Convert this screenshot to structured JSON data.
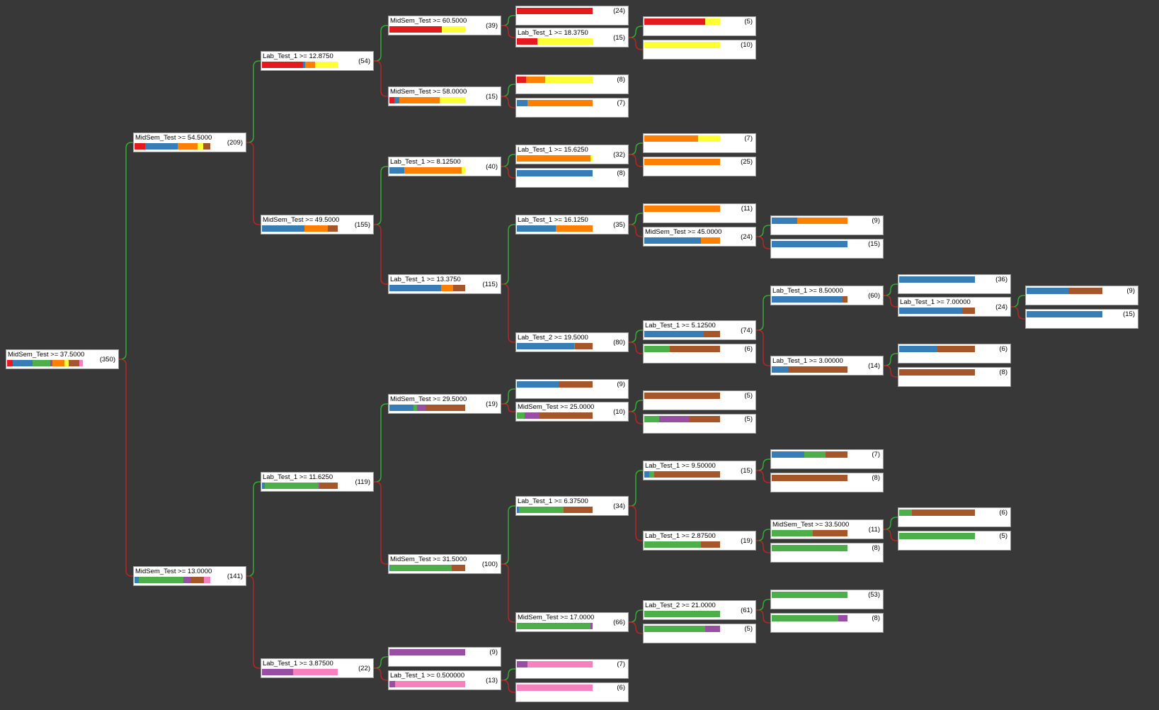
{
  "colors": {
    "c0": "#e41a1c",
    "c1": "#377eb8",
    "c2": "#4daf4a",
    "c3": "#984ea3",
    "c4": "#ff7f00",
    "c5": "#ffff33",
    "c6": "#a65628",
    "c7": "#f781bf",
    "yes_edge": "#2fbf2f",
    "no_edge": "#cc2222",
    "background": "#383838"
  },
  "nodes": [
    {
      "id": "n0",
      "label": "MidSem_Test >= 37.5000",
      "count": "(350)",
      "dist": [
        5,
        17,
        15,
        2,
        10,
        4,
        9,
        3
      ]
    },
    {
      "id": "n1",
      "label": "MidSem_Test >= 54.5000",
      "count": "(209)",
      "dist": [
        9,
        28,
        0,
        0,
        17,
        5,
        6,
        0
      ]
    },
    {
      "id": "n2",
      "label": "MidSem_Test >= 13.0000",
      "count": "(141)",
      "dist": [
        0,
        4,
        41,
        7,
        0,
        0,
        12,
        6
      ]
    },
    {
      "id": "n3",
      "label": "Lab_Test_1 >= 12.8750",
      "count": "(54)",
      "dist": [
        20,
        1,
        0,
        0,
        5,
        11,
        0,
        0
      ]
    },
    {
      "id": "n4",
      "label": "MidSem_Test >= 49.5000",
      "count": "(155)",
      "dist": [
        0,
        60,
        0,
        0,
        33,
        0,
        14,
        0
      ]
    },
    {
      "id": "n5",
      "label": "Lab_Test_1 >= 11.6250",
      "count": "(119)",
      "dist": [
        0,
        3,
        64,
        2,
        0,
        0,
        21,
        0
      ]
    },
    {
      "id": "n6",
      "label": "Lab_Test_1 >= 3.87500",
      "count": "(22)",
      "dist": [
        0,
        0,
        0,
        9,
        0,
        0,
        0,
        13
      ]
    },
    {
      "id": "n7",
      "label": "MidSem_Test >= 60.5000",
      "count": "(39)",
      "dist": [
        27,
        0,
        0,
        0,
        0,
        12,
        0,
        0
      ]
    },
    {
      "id": "n8",
      "label": "MidSem_Test >= 58.0000",
      "count": "(15)",
      "dist": [
        1,
        1,
        0,
        0,
        8,
        5,
        0,
        0
      ]
    },
    {
      "id": "n9",
      "label": "Lab_Test_1 >= 8.12500",
      "count": "(40)",
      "dist": [
        0,
        8,
        0,
        0,
        30,
        2,
        0,
        0
      ]
    },
    {
      "id": "n10",
      "label": "Lab_Test_1 >= 13.3750",
      "count": "(115)",
      "dist": [
        0,
        75,
        0,
        0,
        18,
        0,
        17,
        0
      ]
    },
    {
      "id": "n11",
      "label": "MidSem_Test >= 29.5000",
      "count": "(19)",
      "dist": [
        0,
        6,
        1,
        2,
        0,
        0,
        10,
        0
      ]
    },
    {
      "id": "n12",
      "label": "MidSem_Test >= 31.5000",
      "count": "(100)",
      "dist": [
        0,
        1,
        81,
        0,
        0,
        0,
        18,
        0
      ]
    },
    {
      "id": "n13",
      "label": "",
      "count": "(9)",
      "dist": [
        0,
        0,
        0,
        9,
        0,
        0,
        0,
        0
      ]
    },
    {
      "id": "n14",
      "label": "Lab_Test_1 >= 0.500000",
      "count": "(13)",
      "dist": [
        0,
        0,
        0,
        1,
        0,
        0,
        0,
        12
      ]
    },
    {
      "id": "n15",
      "label": "",
      "count": "(24)",
      "dist": [
        24,
        0,
        0,
        0,
        0,
        0,
        0,
        0
      ]
    },
    {
      "id": "n16",
      "label": "Lab_Test_1 >= 18.3750",
      "count": "(15)",
      "dist": [
        4,
        0,
        0,
        0,
        0,
        11,
        0,
        0
      ]
    },
    {
      "id": "n17",
      "label": "",
      "count": "(8)",
      "dist": [
        1,
        0,
        0,
        0,
        2,
        5,
        0,
        0
      ]
    },
    {
      "id": "n18",
      "label": "",
      "count": "(7)",
      "dist": [
        0,
        1,
        0,
        0,
        6,
        0,
        0,
        0
      ]
    },
    {
      "id": "n19",
      "label": "Lab_Test_1 >= 15.6250",
      "count": "(32)",
      "dist": [
        0,
        0,
        0,
        0,
        30,
        1,
        0,
        0
      ]
    },
    {
      "id": "n20",
      "label": "",
      "count": "(8)",
      "dist": [
        0,
        8,
        0,
        0,
        0,
        0,
        0,
        0
      ]
    },
    {
      "id": "n21",
      "label": "Lab_Test_1 >= 16.1250",
      "count": "(35)",
      "dist": [
        0,
        18,
        0,
        0,
        17,
        0,
        0,
        0
      ]
    },
    {
      "id": "n22",
      "label": "Lab_Test_2 >= 19.5000",
      "count": "(80)",
      "dist": [
        0,
        56,
        1,
        0,
        0,
        0,
        17,
        0
      ]
    },
    {
      "id": "n23",
      "label": "",
      "count": "(9)",
      "dist": [
        0,
        5,
        0,
        0,
        0,
        0,
        4,
        0
      ]
    },
    {
      "id": "n24",
      "label": "MidSem_Test >= 25.0000",
      "count": "(10)",
      "dist": [
        0,
        0,
        1,
        2,
        0,
        0,
        7,
        0
      ]
    },
    {
      "id": "n25",
      "label": "Lab_Test_1 >= 6.37500",
      "count": "(34)",
      "dist": [
        0,
        1,
        20,
        0,
        0,
        0,
        13,
        0
      ]
    },
    {
      "id": "n26",
      "label": "MidSem_Test >= 17.0000",
      "count": "(66)",
      "dist": [
        0,
        0,
        61,
        2,
        0,
        0,
        0,
        0
      ]
    },
    {
      "id": "n27",
      "label": "",
      "count": "(7)",
      "dist": [
        0,
        0,
        0,
        1,
        0,
        0,
        0,
        6
      ]
    },
    {
      "id": "n28",
      "label": "",
      "count": "(6)",
      "dist": [
        0,
        0,
        0,
        0,
        0,
        0,
        0,
        6
      ]
    },
    {
      "id": "n29",
      "label": "",
      "count": "(5)",
      "dist": [
        4,
        0,
        0,
        0,
        0,
        1,
        0,
        0
      ]
    },
    {
      "id": "n30",
      "label": "",
      "count": "(10)",
      "dist": [
        0,
        0,
        0,
        0,
        0,
        10,
        0,
        0
      ]
    },
    {
      "id": "n31",
      "label": "",
      "count": "(7)",
      "dist": [
        0,
        0,
        0,
        0,
        5,
        2,
        0,
        0
      ]
    },
    {
      "id": "n32",
      "label": "",
      "count": "(25)",
      "dist": [
        0,
        0,
        0,
        0,
        25,
        0,
        0,
        0
      ]
    },
    {
      "id": "n33",
      "label": "",
      "count": "(11)",
      "dist": [
        0,
        0,
        0,
        0,
        11,
        0,
        0,
        0
      ]
    },
    {
      "id": "n34",
      "label": "MidSem_Test >= 45.0000",
      "count": "(24)",
      "dist": [
        0,
        18,
        0,
        0,
        6,
        0,
        0,
        0
      ]
    },
    {
      "id": "n35",
      "label": "Lab_Test_1 >= 5.12500",
      "count": "(74)",
      "dist": [
        0,
        56,
        0,
        0,
        0,
        0,
        15,
        0
      ]
    },
    {
      "id": "n36",
      "label": "",
      "count": "(6)",
      "dist": [
        0,
        0,
        2,
        0,
        0,
        0,
        4,
        0
      ]
    },
    {
      "id": "n37",
      "label": "",
      "count": "(5)",
      "dist": [
        0,
        0,
        0,
        0,
        0,
        0,
        5,
        0
      ]
    },
    {
      "id": "n38",
      "label": "",
      "count": "(5)",
      "dist": [
        0,
        0,
        1,
        2,
        0,
        0,
        2,
        0
      ]
    },
    {
      "id": "n39",
      "label": "Lab_Test_1 >= 9.50000",
      "count": "(15)",
      "dist": [
        0,
        1,
        1,
        0,
        0,
        0,
        13,
        0
      ]
    },
    {
      "id": "n40",
      "label": "Lab_Test_1 >= 2.87500",
      "count": "(19)",
      "dist": [
        0,
        0,
        15,
        0,
        0,
        0,
        5,
        0
      ]
    },
    {
      "id": "n41",
      "label": "Lab_Test_2 >= 21.0000",
      "count": "(61)",
      "dist": [
        0,
        0,
        61,
        0,
        0,
        0,
        0,
        0
      ]
    },
    {
      "id": "n42",
      "label": "",
      "count": "(5)",
      "dist": [
        0,
        0,
        4,
        1,
        0,
        0,
        0,
        0
      ]
    },
    {
      "id": "n43",
      "label": "",
      "count": "(9)",
      "dist": [
        0,
        3,
        0,
        0,
        6,
        0,
        0,
        0
      ]
    },
    {
      "id": "n44",
      "label": "",
      "count": "(15)",
      "dist": [
        0,
        15,
        0,
        0,
        0,
        0,
        0,
        0
      ]
    },
    {
      "id": "n45",
      "label": "Lab_Test_1 >= 8.50000",
      "count": "(60)",
      "dist": [
        0,
        56,
        0,
        0,
        0,
        0,
        4,
        0
      ]
    },
    {
      "id": "n46",
      "label": "Lab_Test_1 >= 3.00000",
      "count": "(14)",
      "dist": [
        0,
        3,
        0,
        0,
        0,
        0,
        11,
        0
      ]
    },
    {
      "id": "n47",
      "label": "",
      "count": "(7)",
      "dist": [
        0,
        3,
        2,
        0,
        0,
        0,
        2,
        0
      ]
    },
    {
      "id": "n48",
      "label": "",
      "count": "(8)",
      "dist": [
        0,
        0,
        0,
        0,
        0,
        0,
        8,
        0
      ]
    },
    {
      "id": "n49",
      "label": "MidSem_Test >= 33.5000",
      "count": "(11)",
      "dist": [
        0,
        0,
        6,
        0,
        0,
        0,
        5,
        0
      ]
    },
    {
      "id": "n50",
      "label": "",
      "count": "(8)",
      "dist": [
        0,
        0,
        8,
        0,
        0,
        0,
        0,
        0
      ]
    },
    {
      "id": "n51",
      "label": "",
      "count": "(53)",
      "dist": [
        0,
        0,
        53,
        0,
        0,
        0,
        0,
        0
      ]
    },
    {
      "id": "n52",
      "label": "",
      "count": "(8)",
      "dist": [
        0,
        0,
        7,
        1,
        0,
        0,
        0,
        0
      ]
    },
    {
      "id": "n53",
      "label": "",
      "count": "(36)",
      "dist": [
        0,
        36,
        0,
        0,
        0,
        0,
        0,
        0
      ]
    },
    {
      "id": "n54",
      "label": "Lab_Test_1 >= 7.00000",
      "count": "(24)",
      "dist": [
        0,
        20,
        0,
        0,
        0,
        0,
        4,
        0
      ]
    },
    {
      "id": "n55",
      "label": "",
      "count": "(6)",
      "dist": [
        0,
        3,
        0,
        0,
        0,
        0,
        3,
        0
      ]
    },
    {
      "id": "n56",
      "label": "",
      "count": "(8)",
      "dist": [
        0,
        0,
        0,
        0,
        0,
        0,
        8,
        0
      ]
    },
    {
      "id": "n57",
      "label": "",
      "count": "(6)",
      "dist": [
        0,
        0,
        1,
        0,
        0,
        0,
        5,
        0
      ]
    },
    {
      "id": "n58",
      "label": "",
      "count": "(5)",
      "dist": [
        0,
        0,
        5,
        0,
        0,
        0,
        0,
        0
      ]
    },
    {
      "id": "n59",
      "label": "",
      "count": "(9)",
      "dist": [
        0,
        5,
        0,
        0,
        0,
        0,
        4,
        0
      ]
    },
    {
      "id": "n60",
      "label": "",
      "count": "(15)",
      "dist": [
        0,
        15,
        0,
        0,
        0,
        0,
        0,
        0
      ]
    }
  ],
  "edges": [
    [
      "n0",
      "n1",
      "yes"
    ],
    [
      "n0",
      "n2",
      "no"
    ],
    [
      "n1",
      "n3",
      "yes"
    ],
    [
      "n1",
      "n4",
      "no"
    ],
    [
      "n2",
      "n5",
      "yes"
    ],
    [
      "n2",
      "n6",
      "no"
    ],
    [
      "n3",
      "n7",
      "yes"
    ],
    [
      "n3",
      "n8",
      "no"
    ],
    [
      "n4",
      "n9",
      "yes"
    ],
    [
      "n4",
      "n10",
      "no"
    ],
    [
      "n5",
      "n11",
      "yes"
    ],
    [
      "n5",
      "n12",
      "no"
    ],
    [
      "n6",
      "n13",
      "yes"
    ],
    [
      "n6",
      "n14",
      "no"
    ],
    [
      "n7",
      "n15",
      "yes"
    ],
    [
      "n7",
      "n16",
      "no"
    ],
    [
      "n8",
      "n17",
      "yes"
    ],
    [
      "n8",
      "n18",
      "no"
    ],
    [
      "n9",
      "n19",
      "yes"
    ],
    [
      "n9",
      "n20",
      "no"
    ],
    [
      "n10",
      "n21",
      "yes"
    ],
    [
      "n10",
      "n22",
      "no"
    ],
    [
      "n11",
      "n23",
      "yes"
    ],
    [
      "n11",
      "n24",
      "no"
    ],
    [
      "n12",
      "n25",
      "yes"
    ],
    [
      "n12",
      "n26",
      "no"
    ],
    [
      "n14",
      "n27",
      "yes"
    ],
    [
      "n14",
      "n28",
      "no"
    ],
    [
      "n16",
      "n29",
      "yes"
    ],
    [
      "n16",
      "n30",
      "no"
    ],
    [
      "n19",
      "n31",
      "yes"
    ],
    [
      "n19",
      "n32",
      "no"
    ],
    [
      "n21",
      "n33",
      "yes"
    ],
    [
      "n21",
      "n34",
      "no"
    ],
    [
      "n22",
      "n35",
      "yes"
    ],
    [
      "n22",
      "n36",
      "no"
    ],
    [
      "n24",
      "n37",
      "yes"
    ],
    [
      "n24",
      "n38",
      "no"
    ],
    [
      "n25",
      "n39",
      "yes"
    ],
    [
      "n25",
      "n40",
      "no"
    ],
    [
      "n26",
      "n41",
      "yes"
    ],
    [
      "n26",
      "n42",
      "no"
    ],
    [
      "n34",
      "n43",
      "yes"
    ],
    [
      "n34",
      "n44",
      "no"
    ],
    [
      "n35",
      "n45",
      "yes"
    ],
    [
      "n35",
      "n46",
      "no"
    ],
    [
      "n39",
      "n47",
      "yes"
    ],
    [
      "n39",
      "n48",
      "no"
    ],
    [
      "n40",
      "n49",
      "yes"
    ],
    [
      "n40",
      "n50",
      "no"
    ],
    [
      "n41",
      "n51",
      "yes"
    ],
    [
      "n41",
      "n52",
      "no"
    ],
    [
      "n45",
      "n53",
      "yes"
    ],
    [
      "n45",
      "n54",
      "no"
    ],
    [
      "n46",
      "n55",
      "yes"
    ],
    [
      "n46",
      "n56",
      "no"
    ],
    [
      "n49",
      "n57",
      "yes"
    ],
    [
      "n49",
      "n58",
      "no"
    ],
    [
      "n54",
      "n59",
      "yes"
    ],
    [
      "n54",
      "n60",
      "no"
    ]
  ]
}
